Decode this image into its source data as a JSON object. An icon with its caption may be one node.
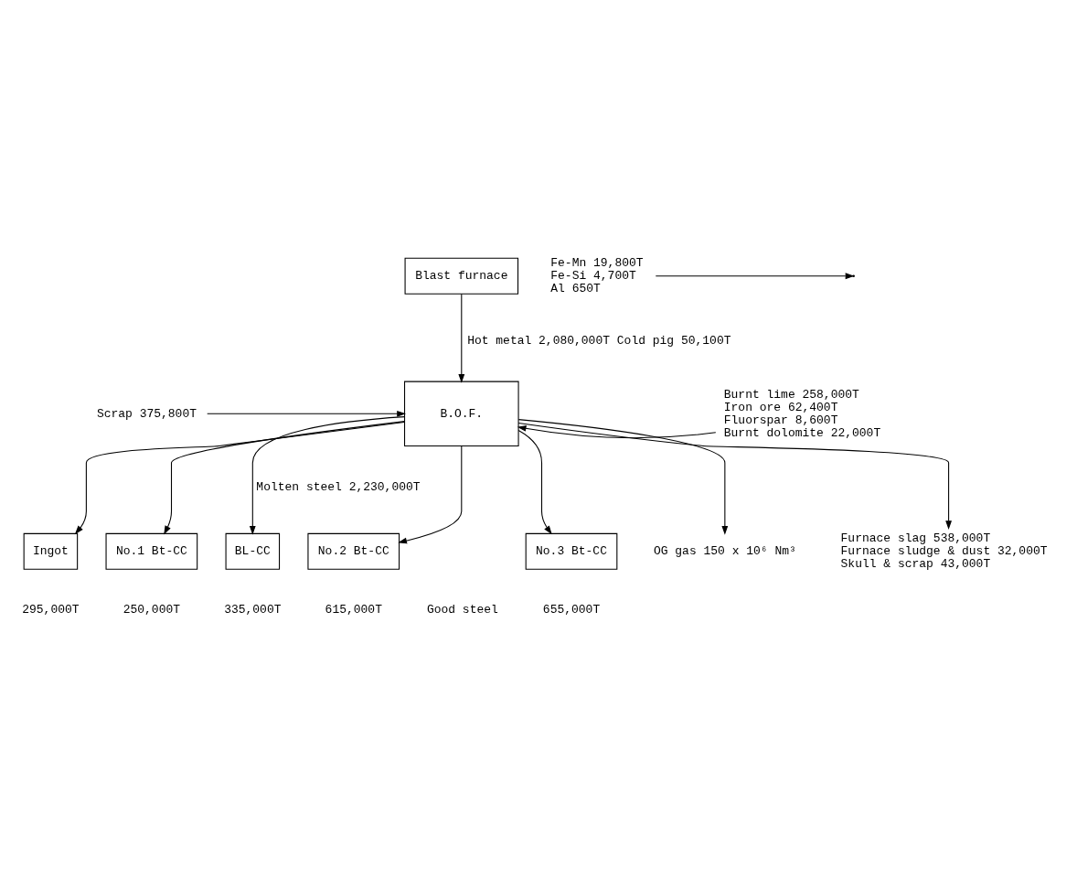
{
  "diagram": {
    "nodes": [
      {
        "text": [
          "Blast furnace"
        ]
      },
      {
        "text": [
          "B.O.F."
        ]
      },
      {
        "text": [
          "Scrap 375,800T"
        ]
      },
      {
        "text": [
          "Burnt lime 258,000T",
          "Iron ore 62,400T",
          "Fluorspar 8,600T",
          "Burnt dolomite 22,000T"
        ]
      },
      {
        "text": [
          "Fe-Mn 19,800T",
          "Fe-Si 4,700T",
          "Al 650T"
        ]
      },
      {
        "text": [
          "Ingot"
        ],
        "beside": [
          "295,000T"
        ]
      },
      {
        "text": [
          "No.1 Bt-CC"
        ],
        "beside": [
          "250,000T"
        ]
      },
      {
        "text": [
          "BL-CC"
        ],
        "beside": [
          "335,000T"
        ]
      },
      {
        "text": [
          "No.2 Bt-CC"
        ],
        "beside": [
          "615,000T"
        ]
      },
      {
        "text": [
          "No.3 Bt-CC"
        ],
        "beside": [
          "655,000T"
        ]
      },
      {
        "text": [
          "OG gas 150 x 10⁶ Nm³"
        ]
      },
      {
        "text": [
          "Furnace slag 538,000T",
          "Furnace sludge & dust 32,000T",
          "Skull & scrap 43,000T"
        ]
      }
    ],
    "edges": [
      {
        "from": 0,
        "to": 1,
        "arrow": "to",
        "label": "Hot metal 2,080,000T Cold pig 50,100T"
      },
      {
        "from": 2,
        "to": 1,
        "arrow": "to"
      },
      {
        "from": 3,
        "to": 1,
        "arrow": "to"
      },
      {
        "from": 1,
        "to": 10,
        "arrow": "to"
      },
      {
        "from": 1,
        "to": 5,
        "arrow": "to"
      },
      {
        "from": 1,
        "to": 6,
        "arrow": "to"
      },
      {
        "from": 1,
        "to": 7,
        "arrow": "to",
        "label": "Molten steel 2,230,000T"
      },
      {
        "from": 1,
        "to": 8,
        "arrow": "to"
      },
      {
        "from": 1,
        "to": 9,
        "arrow": "to"
      },
      {
        "from": 4,
        "to": null,
        "arrow": "to"
      },
      {
        "from": 1,
        "to": 11,
        "arrow": "to"
      }
    ],
    "labels": [
      "Good steel"
    ]
  }
}
